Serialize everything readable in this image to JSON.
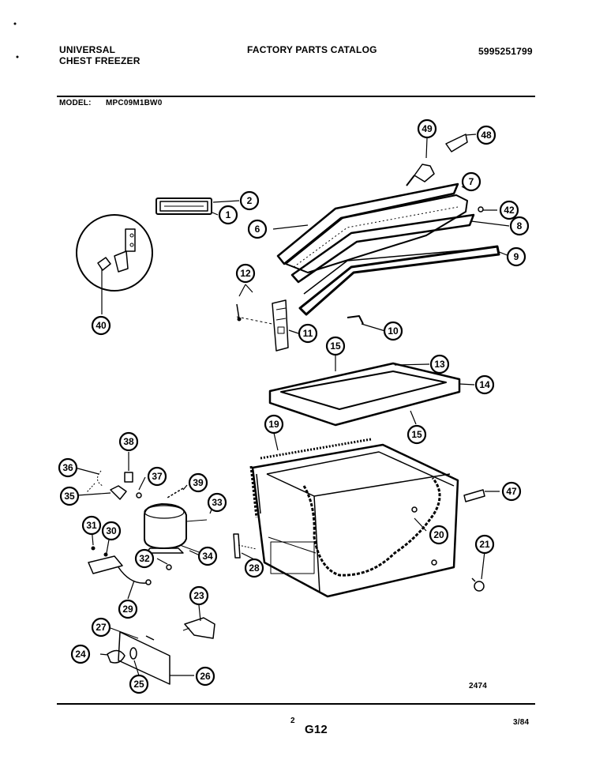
{
  "header": {
    "brand": "UNIVERSAL",
    "product": "CHEST FREEZER",
    "catalog": "FACTORY PARTS CATALOG",
    "doc_number": "5995251799",
    "model_label": "MODEL:",
    "model_number": "MPC09M1BW0"
  },
  "footer": {
    "page_number": "2",
    "section": "G12",
    "date": "3/84",
    "figure_number": "2474"
  },
  "callouts": [
    "1",
    "2",
    "6",
    "7",
    "42",
    "8",
    "9",
    "10",
    "11",
    "12",
    "13",
    "14",
    "15",
    "15",
    "19",
    "20",
    "21",
    "23",
    "24",
    "25",
    "26",
    "27",
    "28",
    "29",
    "30",
    "31",
    "32",
    "33",
    "34",
    "35",
    "36",
    "37",
    "38",
    "39",
    "40",
    "47",
    "48",
    "49"
  ]
}
